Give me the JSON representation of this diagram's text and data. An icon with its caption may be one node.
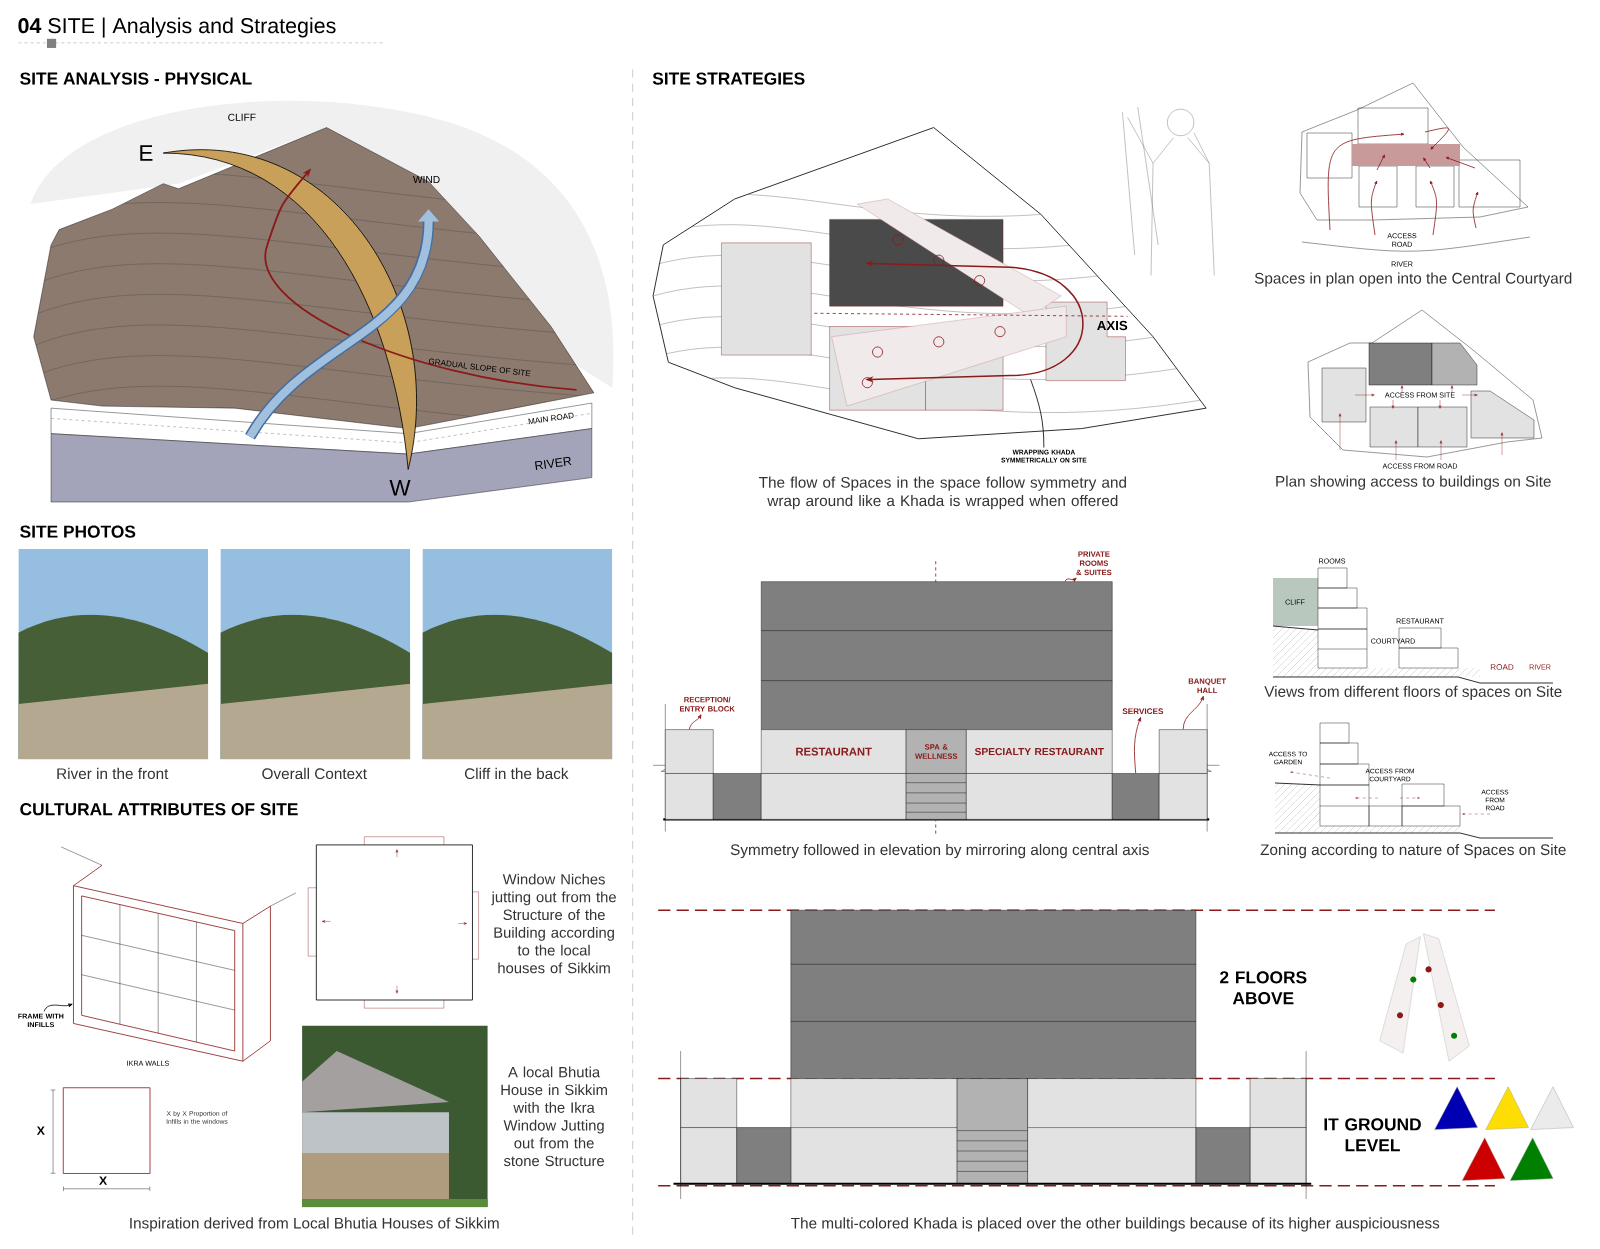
{
  "diagram": {
    "title": "**04** SITE | Analysis and Strategies",
    "nodes": [
      {
        "text": [
          "RESTAURANT"
        ]
      },
      {
        "text": [
          "SPA & WELLNESS"
        ]
      },
      {
        "text": [
          "SPECIALTY RESTAURANT"
        ]
      },
      {
        "text": [
          "PRIVATE ROOMS & SUITES"
        ]
      },
      {
        "text": [
          "RECEPTION/ ENTRY BLOCK"
        ]
      },
      {
        "text": [
          "SERVICES"
        ]
      },
      {
        "text": [
          "BANQUET HALL"
        ]
      },
      {
        "text": [
          "WRAPPING KHADA SYMMETRICALLY ON SITE"
        ]
      },
      {
        "text": [
          "FRAME WITH INFILLS"
        ]
      },
      {
        "text": [],
        "shape": "box"
      },
      {
        "text": [],
        "shape": "box"
      },
      {
        "text": [],
        "shape": "box"
      },
      {
        "text": [],
        "shape": "box"
      },
      {
        "text": [],
        "shape": "box"
      },
      {
        "text": [],
        "shape": "box"
      },
      {
        "text": [],
        "shape": "box"
      },
      {
        "text": [],
        "shape": "box"
      },
      {
        "text": [],
        "shape": "box"
      },
      {
        "text": [],
        "shape": "box"
      },
      {
        "text": [],
        "shape": "picture"
      }
    ],
    "edges": [
      {
        "from": 10,
        "to": 3,
        "arrow": "to"
      },
      {
        "from": 9,
        "to": 4,
        "arrow": "to"
      },
      {
        "from": 17,
        "to": 5,
        "arrow": "to"
      },
      {
        "from": 11,
        "to": 6,
        "arrow": "to"
      },
      {
        "from": 7,
        "to": null,
        "arrow": "none",
        "color": "#000000"
      },
      {
        "from": 8,
        "to": 19,
        "arrow": "to",
        "color": "#000000"
      }
    ],
    "labels": [
      "SITE ANALYSIS - PHYSICAL",
      "CLIFF",
      "E",
      "WIND",
      "GRADUAL SLOPE OF SITE",
      "MAIN ROAD",
      "RIVER",
      "W",
      "SITE PHOTOS",
      "River in the front",
      "Overall Context",
      "Cliff in the back",
      "CULTURAL ATTRIBUTES OF SITE",
      "IKRA WALLS",
      "X",
      "X by X Proportion of Infills in the windows",
      "X",
      "Window Niches jutting out from the Structure of the Building according to the local houses of Sikkim",
      "A local Bhutia House in Sikkim with the Ikra Window Jutting out from the stone Structure",
      "Inspiration derived from Local Bhutia Houses of Sikkim",
      "SITE STRATEGIES",
      "AXIS",
      "The flow of Spaces in the space follow symmetry and wrap around like a Khada is wrapped when offered",
      "ACCESS ROAD",
      "RIVER",
      "Spaces in plan open into the Central Courtyard",
      "ACCESS FROM SITE",
      "ACCESS FROM ROAD",
      "Plan showing access to buildings on Site",
      "Symmetry followed in elevation by mirroring along central axis",
      "ROOMS",
      "CLIFF",
      "RESTAURANT",
      "COURTYARD",
      "ROAD",
      "RIVER",
      "Views from different floors of spaces on Site",
      "ACCESS TO GARDEN",
      "ACCESS FROM COURTYARD",
      "ACCESS FROM ROAD",
      "Zoning according to nature of Spaces on Site",
      "2 FLOORS ABOVE",
      "IT GROUND LEVEL",
      "The multi-colored Khada is placed over the other buildings because of its higher auspiciousness"
    ]
  }
}
